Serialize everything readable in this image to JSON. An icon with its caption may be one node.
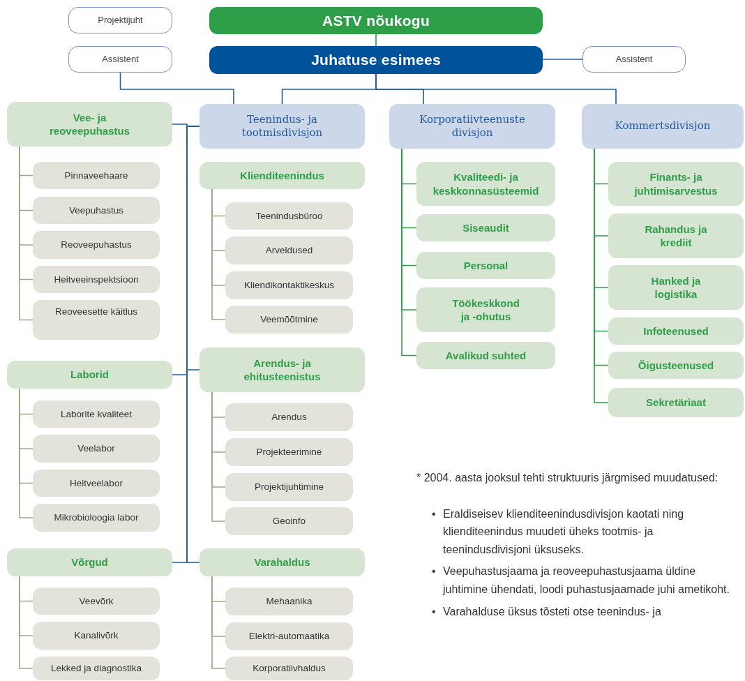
{
  "diagram": {
    "nodes": [
      {
        "text": [
          "Projektijuht"
        ]
      },
      {
        "text": [
          "Assistent"
        ]
      },
      {
        "text": [
          "ASTV nõukogu"
        ]
      },
      {
        "text": [
          "Juhatuse esimees"
        ]
      },
      {
        "text": [
          "Assistent"
        ]
      },
      {
        "text": [
          "Teenindus- ja tootmisdivisjon"
        ]
      },
      {
        "text": [
          "Korporatiivteenuste divisjon"
        ]
      },
      {
        "text": [
          "Kommertsdivisjon"
        ]
      },
      {
        "text": [
          "Vee- ja reoveepuhastus"
        ]
      },
      {
        "text": [
          "Pinnaveehaare"
        ]
      },
      {
        "text": [
          "Veepuhastus"
        ]
      },
      {
        "text": [
          "Reoveepuhastus"
        ]
      },
      {
        "text": [
          "Heitveeinspektsioon"
        ]
      },
      {
        "text": [
          "Reoveesette käitlus"
        ]
      },
      {
        "text": [
          "Laborid"
        ]
      },
      {
        "text": [
          "Laborite kvaliteet"
        ]
      },
      {
        "text": [
          "Veelabor"
        ]
      },
      {
        "text": [
          "Heitveelabor"
        ]
      },
      {
        "text": [
          "Mikrobioloogia labor"
        ]
      },
      {
        "text": [
          "Võrgud"
        ]
      },
      {
        "text": [
          "Veevõrk"
        ]
      },
      {
        "text": [
          "Kanalivõrk"
        ]
      },
      {
        "text": [
          "Lekked ja diagnostika"
        ]
      },
      {
        "text": [
          "Klienditeenindus"
        ]
      },
      {
        "text": [
          "Teenindusbüroo"
        ]
      },
      {
        "text": [
          "Arveldused"
        ]
      },
      {
        "text": [
          "Kliendikontaktikeskus"
        ]
      },
      {
        "text": [
          "Veemõõtmine"
        ]
      },
      {
        "text": [
          "Arendus- ja ehitusteenistus"
        ]
      },
      {
        "text": [
          "Arendus"
        ]
      },
      {
        "text": [
          "Projekteerimine"
        ]
      },
      {
        "text": [
          "Projektijuhtimine"
        ]
      },
      {
        "text": [
          "Geoinfo"
        ]
      },
      {
        "text": [
          "Varahaldus"
        ]
      },
      {
        "text": [
          "Mehaanika"
        ]
      },
      {
        "text": [
          "Elektri-automaatika"
        ]
      },
      {
        "text": [
          "Korporatiivhaldus"
        ]
      },
      {
        "text": [
          "Kvaliteedi- ja keskkonnasüsteemid"
        ]
      },
      {
        "text": [
          "Siseaudit"
        ]
      },
      {
        "text": [
          "Personal"
        ]
      },
      {
        "text": [
          "Töökeskkond ja -ohutus"
        ]
      },
      {
        "text": [
          "Avalikud suhted"
        ]
      },
      {
        "text": [
          "Finants- ja juhtimisarvestus"
        ]
      },
      {
        "text": [
          "Rahandus ja krediit"
        ]
      },
      {
        "text": [
          "Hanked ja logistika"
        ]
      },
      {
        "text": [
          "Infoteenused"
        ]
      },
      {
        "text": [
          "Õigusteenused"
        ]
      },
      {
        "text": [
          "Sekretäriaat"
        ]
      }
    ],
    "edges": [
      {
        "from": 2,
        "to": 3,
        "arrow": "none",
        "color": "#2e9e48"
      },
      {
        "from": 3,
        "to": 4,
        "arrow": "none",
        "color": "#1f5f9e"
      },
      {
        "from": 1,
        "to": 5,
        "arrow": "none",
        "color": "#1f5f9e"
      },
      {
        "from": 3,
        "to": 5,
        "arrow": "none",
        "color": "#1f5f9e"
      },
      {
        "from": 3,
        "to": 6,
        "arrow": "none",
        "color": "#1f5f9e"
      },
      {
        "from": 3,
        "to": 7,
        "arrow": "none",
        "color": "#1f5f9e"
      },
      {
        "from": 5,
        "to": 8,
        "arrow": "none",
        "color": "#1f5f9e"
      },
      {
        "from": 5,
        "to": 14,
        "arrow": "none",
        "color": "#1f5f9e"
      },
      {
        "from": 5,
        "to": 19,
        "arrow": "none",
        "color": "#1f5f9e"
      },
      {
        "from": 5,
        "to": 28,
        "arrow": "none",
        "color": "#1f5f9e"
      },
      {
        "from": 5,
        "to": 33,
        "arrow": "none",
        "color": "#1f5f9e"
      },
      {
        "from": 8,
        "to": 9,
        "arrow": "none"
      },
      {
        "from": 8,
        "to": 10,
        "arrow": "none"
      },
      {
        "from": 8,
        "to": 11,
        "arrow": "none"
      },
      {
        "from": 8,
        "to": 12,
        "arrow": "none"
      },
      {
        "from": 8,
        "to": 13,
        "arrow": "none"
      },
      {
        "from": 14,
        "to": 15,
        "arrow": "none"
      },
      {
        "from": 14,
        "to": 16,
        "arrow": "none"
      },
      {
        "from": 14,
        "to": 17,
        "arrow": "none"
      },
      {
        "from": 14,
        "to": 18,
        "arrow": "none"
      },
      {
        "from": 19,
        "to": 20,
        "arrow": "none"
      },
      {
        "from": 19,
        "to": 21,
        "arrow": "none"
      },
      {
        "from": 19,
        "to": 22,
        "arrow": "none"
      },
      {
        "from": 23,
        "to": 24,
        "arrow": "none"
      },
      {
        "from": 23,
        "to": 25,
        "arrow": "none"
      },
      {
        "from": 23,
        "to": 26,
        "arrow": "none"
      },
      {
        "from": 23,
        "to": 27,
        "arrow": "none"
      },
      {
        "from": 28,
        "to": 29,
        "arrow": "none"
      },
      {
        "from": 28,
        "to": 30,
        "arrow": "none"
      },
      {
        "from": 28,
        "to": 31,
        "arrow": "none"
      },
      {
        "from": 28,
        "to": 32,
        "arrow": "none"
      },
      {
        "from": 33,
        "to": 34,
        "arrow": "none"
      },
      {
        "from": 33,
        "to": 35,
        "arrow": "none"
      },
      {
        "from": 33,
        "to": 36,
        "arrow": "none"
      },
      {
        "from": 6,
        "to": 37,
        "arrow": "none",
        "color": "#2e9e48"
      },
      {
        "from": 6,
        "to": 38,
        "arrow": "none",
        "color": "#2e9e48"
      },
      {
        "from": 6,
        "to": 39,
        "arrow": "none",
        "color": "#2e9e48"
      },
      {
        "from": 6,
        "to": 40,
        "arrow": "none",
        "color": "#2e9e48"
      },
      {
        "from": 6,
        "to": 41,
        "arrow": "none",
        "color": "#2e9e48"
      },
      {
        "from": 7,
        "to": 42,
        "arrow": "none",
        "color": "#2e9e48"
      },
      {
        "from": 7,
        "to": 43,
        "arrow": "none",
        "color": "#2e9e48"
      },
      {
        "from": 7,
        "to": 44,
        "arrow": "none",
        "color": "#2e9e48"
      },
      {
        "from": 7,
        "to": 45,
        "arrow": "none",
        "color": "#2e9e48"
      },
      {
        "from": 7,
        "to": 46,
        "arrow": "none",
        "color": "#2e9e48"
      },
      {
        "from": 7,
        "to": 47,
        "arrow": "none",
        "color": "#2e9e48"
      }
    ],
    "labels": [
      "* 2004. aasta jooksul tehti struktuuris järgmised muudatused:",
      "•",
      "Eraldiseisev klienditeenindusdivisjon kaotati ning klienditeenindus muudeti üheks tootmis- ja teenindusdivisjoni üksuseks.",
      "•",
      "Veepuhastusjaama ja reoveepuhastusjaama üldine juhtimine ühendati, loodi puhastusjaamade juhi ametikoht.",
      "•",
      "Varahalduse üksus tõsteti otse teenindus- ja"
    ]
  }
}
